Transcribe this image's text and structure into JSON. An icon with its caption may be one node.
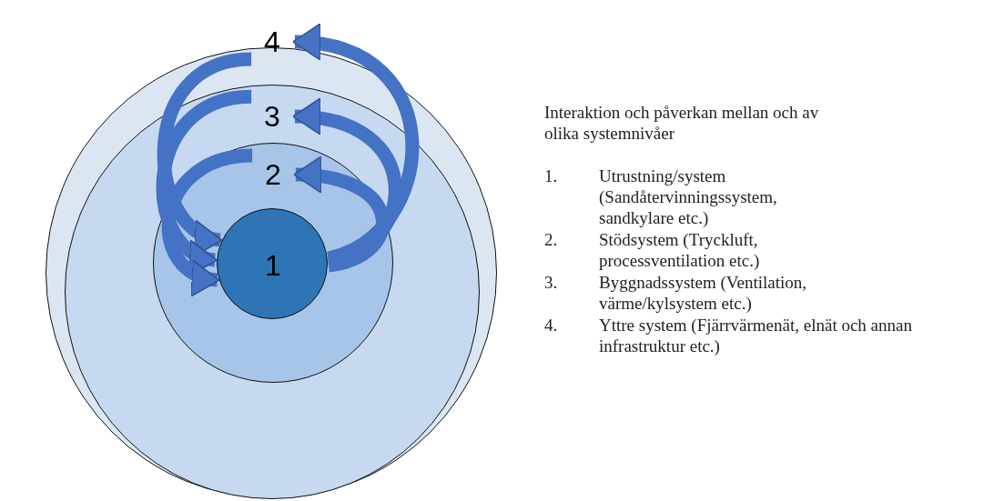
{
  "diagram": {
    "title": "Interaktion och påverkan mellan och av olika systemnivåer",
    "nodes": [
      {
        "text": [
          "4"
        ]
      },
      {
        "text": [
          "3"
        ],
        "in": 0
      },
      {
        "text": [
          "2"
        ],
        "in": 1
      },
      {
        "text": [
          "1"
        ],
        "in": 2
      }
    ],
    "edges": [
      {
        "from": 0,
        "to": 3,
        "arrow": "to"
      },
      {
        "from": 1,
        "to": 3,
        "arrow": "to"
      },
      {
        "from": 2,
        "to": 3,
        "arrow": "to"
      },
      {
        "from": 3,
        "to": 2,
        "arrow": "to"
      },
      {
        "from": 3,
        "to": 1,
        "arrow": "to"
      },
      {
        "from": 3,
        "to": 0,
        "arrow": "to"
      }
    ],
    "labels": [
      "1.",
      "Utrustning/system (Sandåtervinningssystem, sandkylare etc.)",
      "2.",
      "Stödsystem (Tryckluft, processventilation etc.)",
      "3.",
      "Byggnadssystem (Ventilation, värme/kylsystem etc.)",
      "4.",
      "Yttre system (Fjärrvärmenät, elnät och annan infrastruktur etc.)"
    ]
  }
}
